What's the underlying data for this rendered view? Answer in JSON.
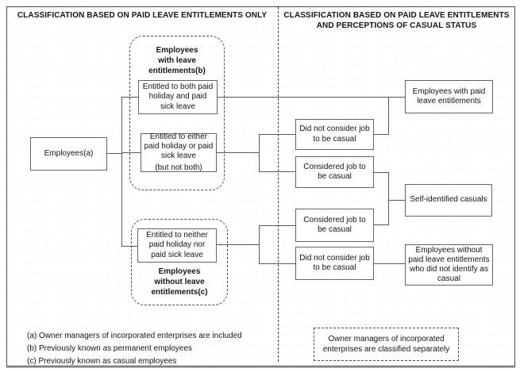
{
  "figure": {
    "left_heading": "CLASSIFICATION BASED ON PAID LEAVE ENTITLEMENTS ONLY",
    "right_heading_line1": "CLASSIFICATION BASED ON PAID LEAVE ENTITLEMENTS",
    "right_heading_line2": "AND PERCEPTIONS OF CASUAL STATUS"
  },
  "boxes": {
    "employees": "Employees(a)",
    "entitled_both": "Entitled to both paid holiday and paid sick leave",
    "entitled_either": "Entitled to either paid holiday or paid sick leave",
    "entitled_either_note": "(but not both)",
    "entitled_neither": "Entitled to neither paid holiday nor paid sick leave",
    "did_not_consider_top": "Did not consider job to be casual",
    "considered_top": "Considered job to be casual",
    "considered_bottom": "Considered job to be casual",
    "did_not_consider_bottom": "Did not consider job to be casual",
    "employees_with_paid": "Employees with paid leave entitlements",
    "self_identified": "Self-identified casuals",
    "employees_without_paid": "Employees without paid leave entitlements who did not identify as casual"
  },
  "groups": {
    "with_leave": {
      "line1": "Employees",
      "line2": "with leave",
      "line3": "entitlements(b)"
    },
    "without_leave": {
      "line1": "Employees",
      "line2": "without leave",
      "line3": "entitlements(c)"
    }
  },
  "note_box": "Owner managers of incorporated enterprises are classified separately",
  "footnotes": [
    "(a) Owner managers of incorporated enterprises are included",
    "(b) Previously known as permanent employees",
    "(c) Previously known as casual employees"
  ],
  "colors": {
    "line": "#585858",
    "box_border": "#646464",
    "text": "#141414",
    "background": "#ffffff"
  }
}
